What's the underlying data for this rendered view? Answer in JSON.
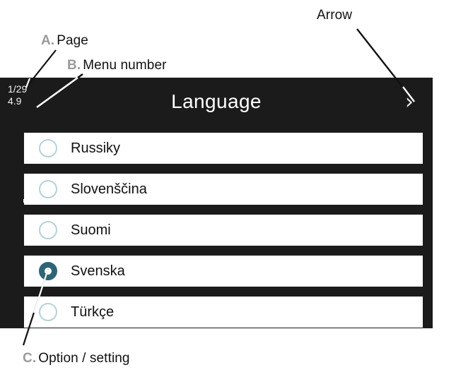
{
  "callouts": [
    {
      "id": "a",
      "tag": "A.",
      "text": "Page"
    },
    {
      "id": "b",
      "tag": "B.",
      "text": "Menu number"
    },
    {
      "id": "c",
      "tag": "C.",
      "text": "Option / setting"
    },
    {
      "id": "arrow",
      "tag": "",
      "text": "Arrow"
    }
  ],
  "device": {
    "status": {
      "page": "1/29",
      "menu_number": "4.9"
    },
    "title": "Language",
    "next_arrow_icon": "›",
    "options": [
      {
        "label": "Russiky",
        "selected": false
      },
      {
        "label": "Slovenščina",
        "selected": false
      },
      {
        "label": "Suomi",
        "selected": false
      },
      {
        "label": "Svenska",
        "selected": true
      },
      {
        "label": "Türkçe",
        "selected": false
      }
    ]
  },
  "colors": {
    "panel_background": "#1b1b1b",
    "row_background": "#ffffff",
    "radio_outline": "#b6d2d6",
    "radio_selected": "#2e6576",
    "callout_tag": "#9a9a9a",
    "text": "#111111"
  }
}
